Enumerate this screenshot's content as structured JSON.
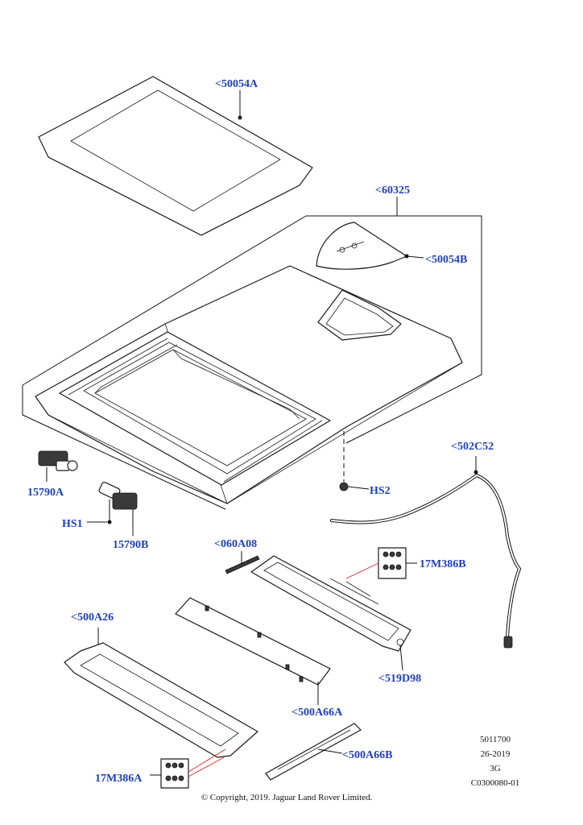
{
  "callouts": {
    "c50054A": "<50054A",
    "c60325": "<60325",
    "c50054B": "<50054B",
    "c502C52": "<502C52",
    "c15790A": "15790A",
    "c15790B": "15790B",
    "cHS1": "HS1",
    "cHS2": "HS2",
    "c060A08": "<060A08",
    "c17M386B": "17M386B",
    "c500A26": "<500A26",
    "c519D98": "<519D98",
    "c500A66A": "<500A66A",
    "c500A66B": "<500A66B",
    "c17M386A": "17M386A"
  },
  "meta": {
    "line1": "5011700",
    "line2": "26-2019",
    "line3": "3G",
    "line4": "C0300080-01"
  },
  "copyright": "© Copyright, 2019. Jaguar Land Rover Limited."
}
